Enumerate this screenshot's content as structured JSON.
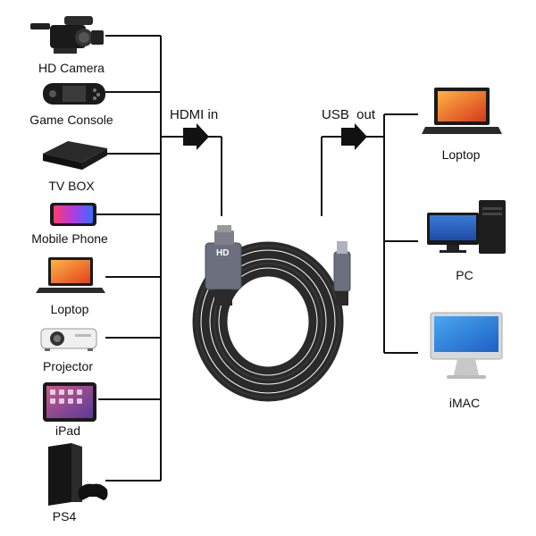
{
  "inputs_header": "HDMI in",
  "outputs_header": "USB  out",
  "input_devices": [
    {
      "label": "HD Camera",
      "icon": "camera-icon"
    },
    {
      "label": "Game Console",
      "icon": "game-console-icon"
    },
    {
      "label": "TV BOX",
      "icon": "tv-box-icon"
    },
    {
      "label": "Mobile Phone",
      "icon": "mobile-phone-icon"
    },
    {
      "label": "Loptop",
      "icon": "laptop-icon"
    },
    {
      "label": "Projector",
      "icon": "projector-icon"
    },
    {
      "label": "iPad",
      "icon": "tablet-icon"
    },
    {
      "label": "PS4",
      "icon": "ps4-console-icon"
    }
  ],
  "output_devices": [
    {
      "label": "Loptop",
      "icon": "laptop-icon"
    },
    {
      "label": "PC",
      "icon": "desktop-pc-icon"
    },
    {
      "label": "iMAC",
      "icon": "imac-icon"
    }
  ],
  "adapter": {
    "icon": "hdmi-usb-capture-cable-icon",
    "brand_mark": "HD"
  },
  "colors": {
    "line": "#111111",
    "arrow": "#111111",
    "cable": "#2a2a2a",
    "adapter": "#6b6f7e"
  }
}
